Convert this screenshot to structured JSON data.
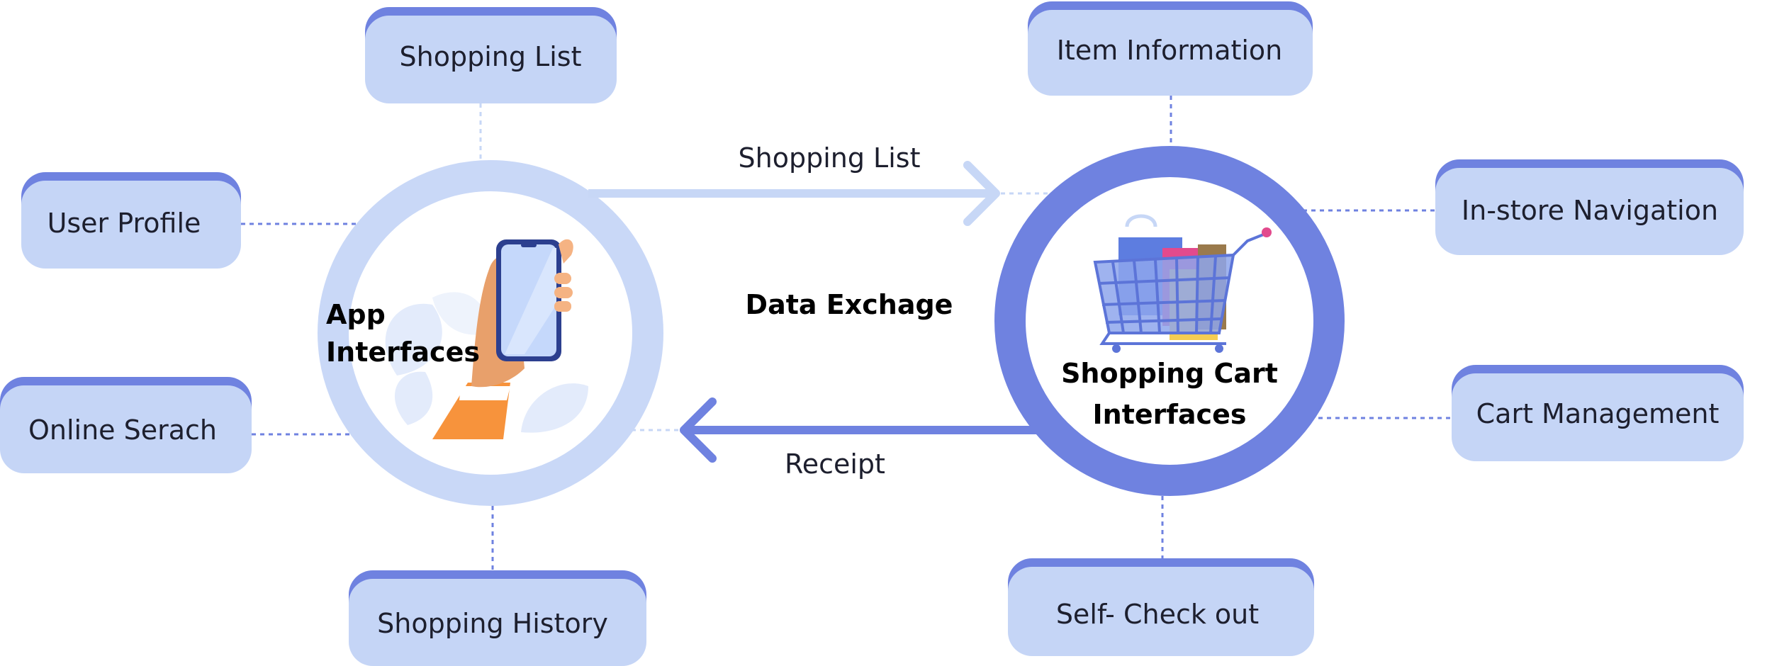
{
  "colors": {
    "pill_fill": "#c5d5f6",
    "pill_top": "#6f82e0",
    "app_ring": "#c9d8f7",
    "cart_ring": "#6f82e0",
    "arrow_light": "#c7d7f6",
    "arrow_dark": "#6f82e0",
    "connector": "#6f82e0"
  },
  "left_node": {
    "title_line1": "App",
    "title_line2": "Interfaces",
    "icon": "hand-holding-phone-illustration"
  },
  "right_node": {
    "title_line1": "Shopping Cart",
    "title_line2": "Interfaces",
    "icon": "shopping-cart-with-bags-illustration"
  },
  "left_items": {
    "shopping_list": "Shopping List",
    "user_profile": "User Profile",
    "online_search": "Online Serach",
    "shopping_history": "Shopping History"
  },
  "right_items": {
    "item_information": "Item Information",
    "instore_navigation": "In-store Navigation",
    "cart_management": "Cart Management",
    "self_checkout": "Self- Check out"
  },
  "flows": {
    "top_label": "Shopping List",
    "middle_label": "Data Exchage",
    "bottom_label": "Receipt"
  }
}
